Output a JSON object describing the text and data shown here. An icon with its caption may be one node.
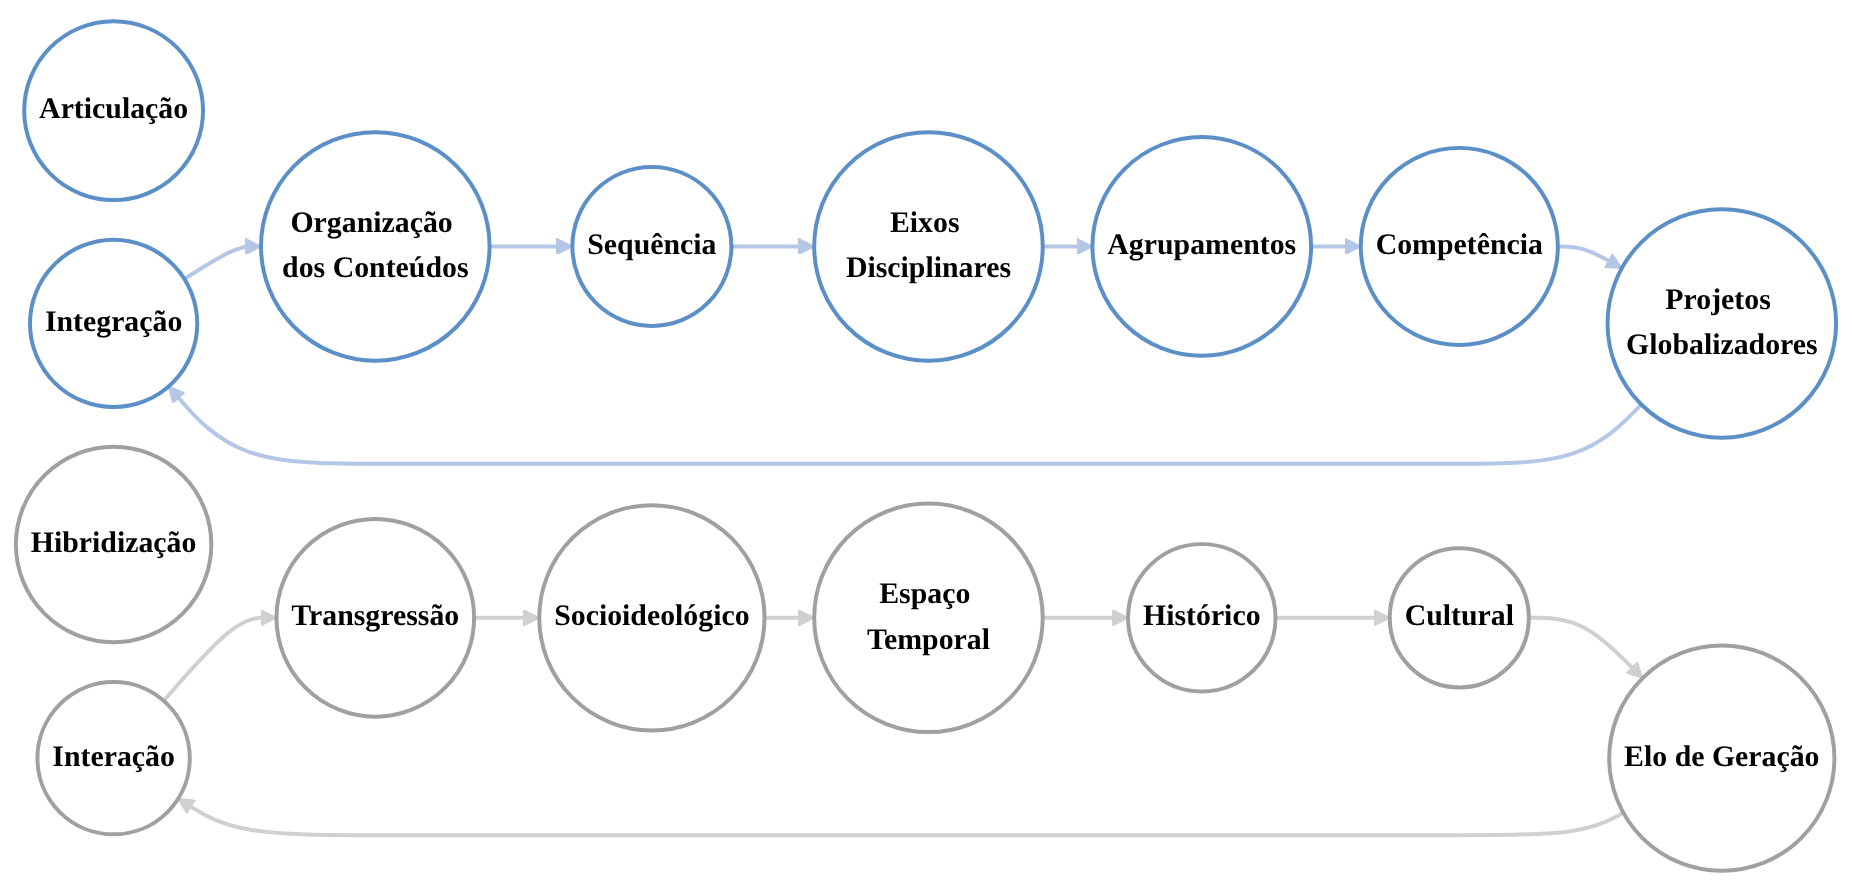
{
  "diagram": {
    "nodes": [
      {
        "text": [
          "Articulação"
        ]
      },
      {
        "text": [
          "Integração"
        ]
      },
      {
        "text": [
          "Organização dos Conteúdos"
        ]
      },
      {
        "text": [
          "Sequência"
        ]
      },
      {
        "text": [
          "Eixos Disciplinares"
        ]
      },
      {
        "text": [
          "Agrupamentos"
        ]
      },
      {
        "text": [
          "Competência"
        ]
      },
      {
        "text": [
          "Projetos Globalizadores"
        ]
      },
      {
        "text": [
          "Hibridização"
        ]
      },
      {
        "text": [
          "Interação"
        ]
      },
      {
        "text": [
          "Transgressão"
        ]
      },
      {
        "text": [
          "Socioideológico"
        ]
      },
      {
        "text": [
          "Espaço Temporal"
        ]
      },
      {
        "text": [
          "Histórico"
        ]
      },
      {
        "text": [
          "Cultural"
        ]
      },
      {
        "text": [
          "Elo de Geração"
        ]
      }
    ],
    "edges": [
      {
        "from": 1,
        "to": 2,
        "arrow": "to",
        "color": "#b4c7e7"
      },
      {
        "from": 2,
        "to": 3,
        "arrow": "to",
        "color": "#b4c7e7"
      },
      {
        "from": 3,
        "to": 4,
        "arrow": "to",
        "color": "#b4c7e7"
      },
      {
        "from": 4,
        "to": 5,
        "arrow": "to",
        "color": "#b4c7e7"
      },
      {
        "from": 5,
        "to": 6,
        "arrow": "to",
        "color": "#b4c7e7"
      },
      {
        "from": 6,
        "to": 7,
        "arrow": "to",
        "color": "#b4c7e7"
      },
      {
        "from": 7,
        "to": 1,
        "arrow": "to",
        "color": "#b4c7e7"
      },
      {
        "from": 9,
        "to": 10,
        "arrow": "to",
        "color": "#d0d0d0"
      },
      {
        "from": 10,
        "to": 11,
        "arrow": "to",
        "color": "#d0d0d0"
      },
      {
        "from": 11,
        "to": 12,
        "arrow": "to",
        "color": "#d0d0d0"
      },
      {
        "from": 12,
        "to": 13,
        "arrow": "to",
        "color": "#d0d0d0"
      },
      {
        "from": 13,
        "to": 14,
        "arrow": "to",
        "color": "#d0d0d0"
      },
      {
        "from": 14,
        "to": 15,
        "arrow": "to",
        "color": "#d0d0d0"
      },
      {
        "from": 15,
        "to": 9,
        "arrow": "to",
        "color": "#d0d0d0"
      }
    ]
  }
}
